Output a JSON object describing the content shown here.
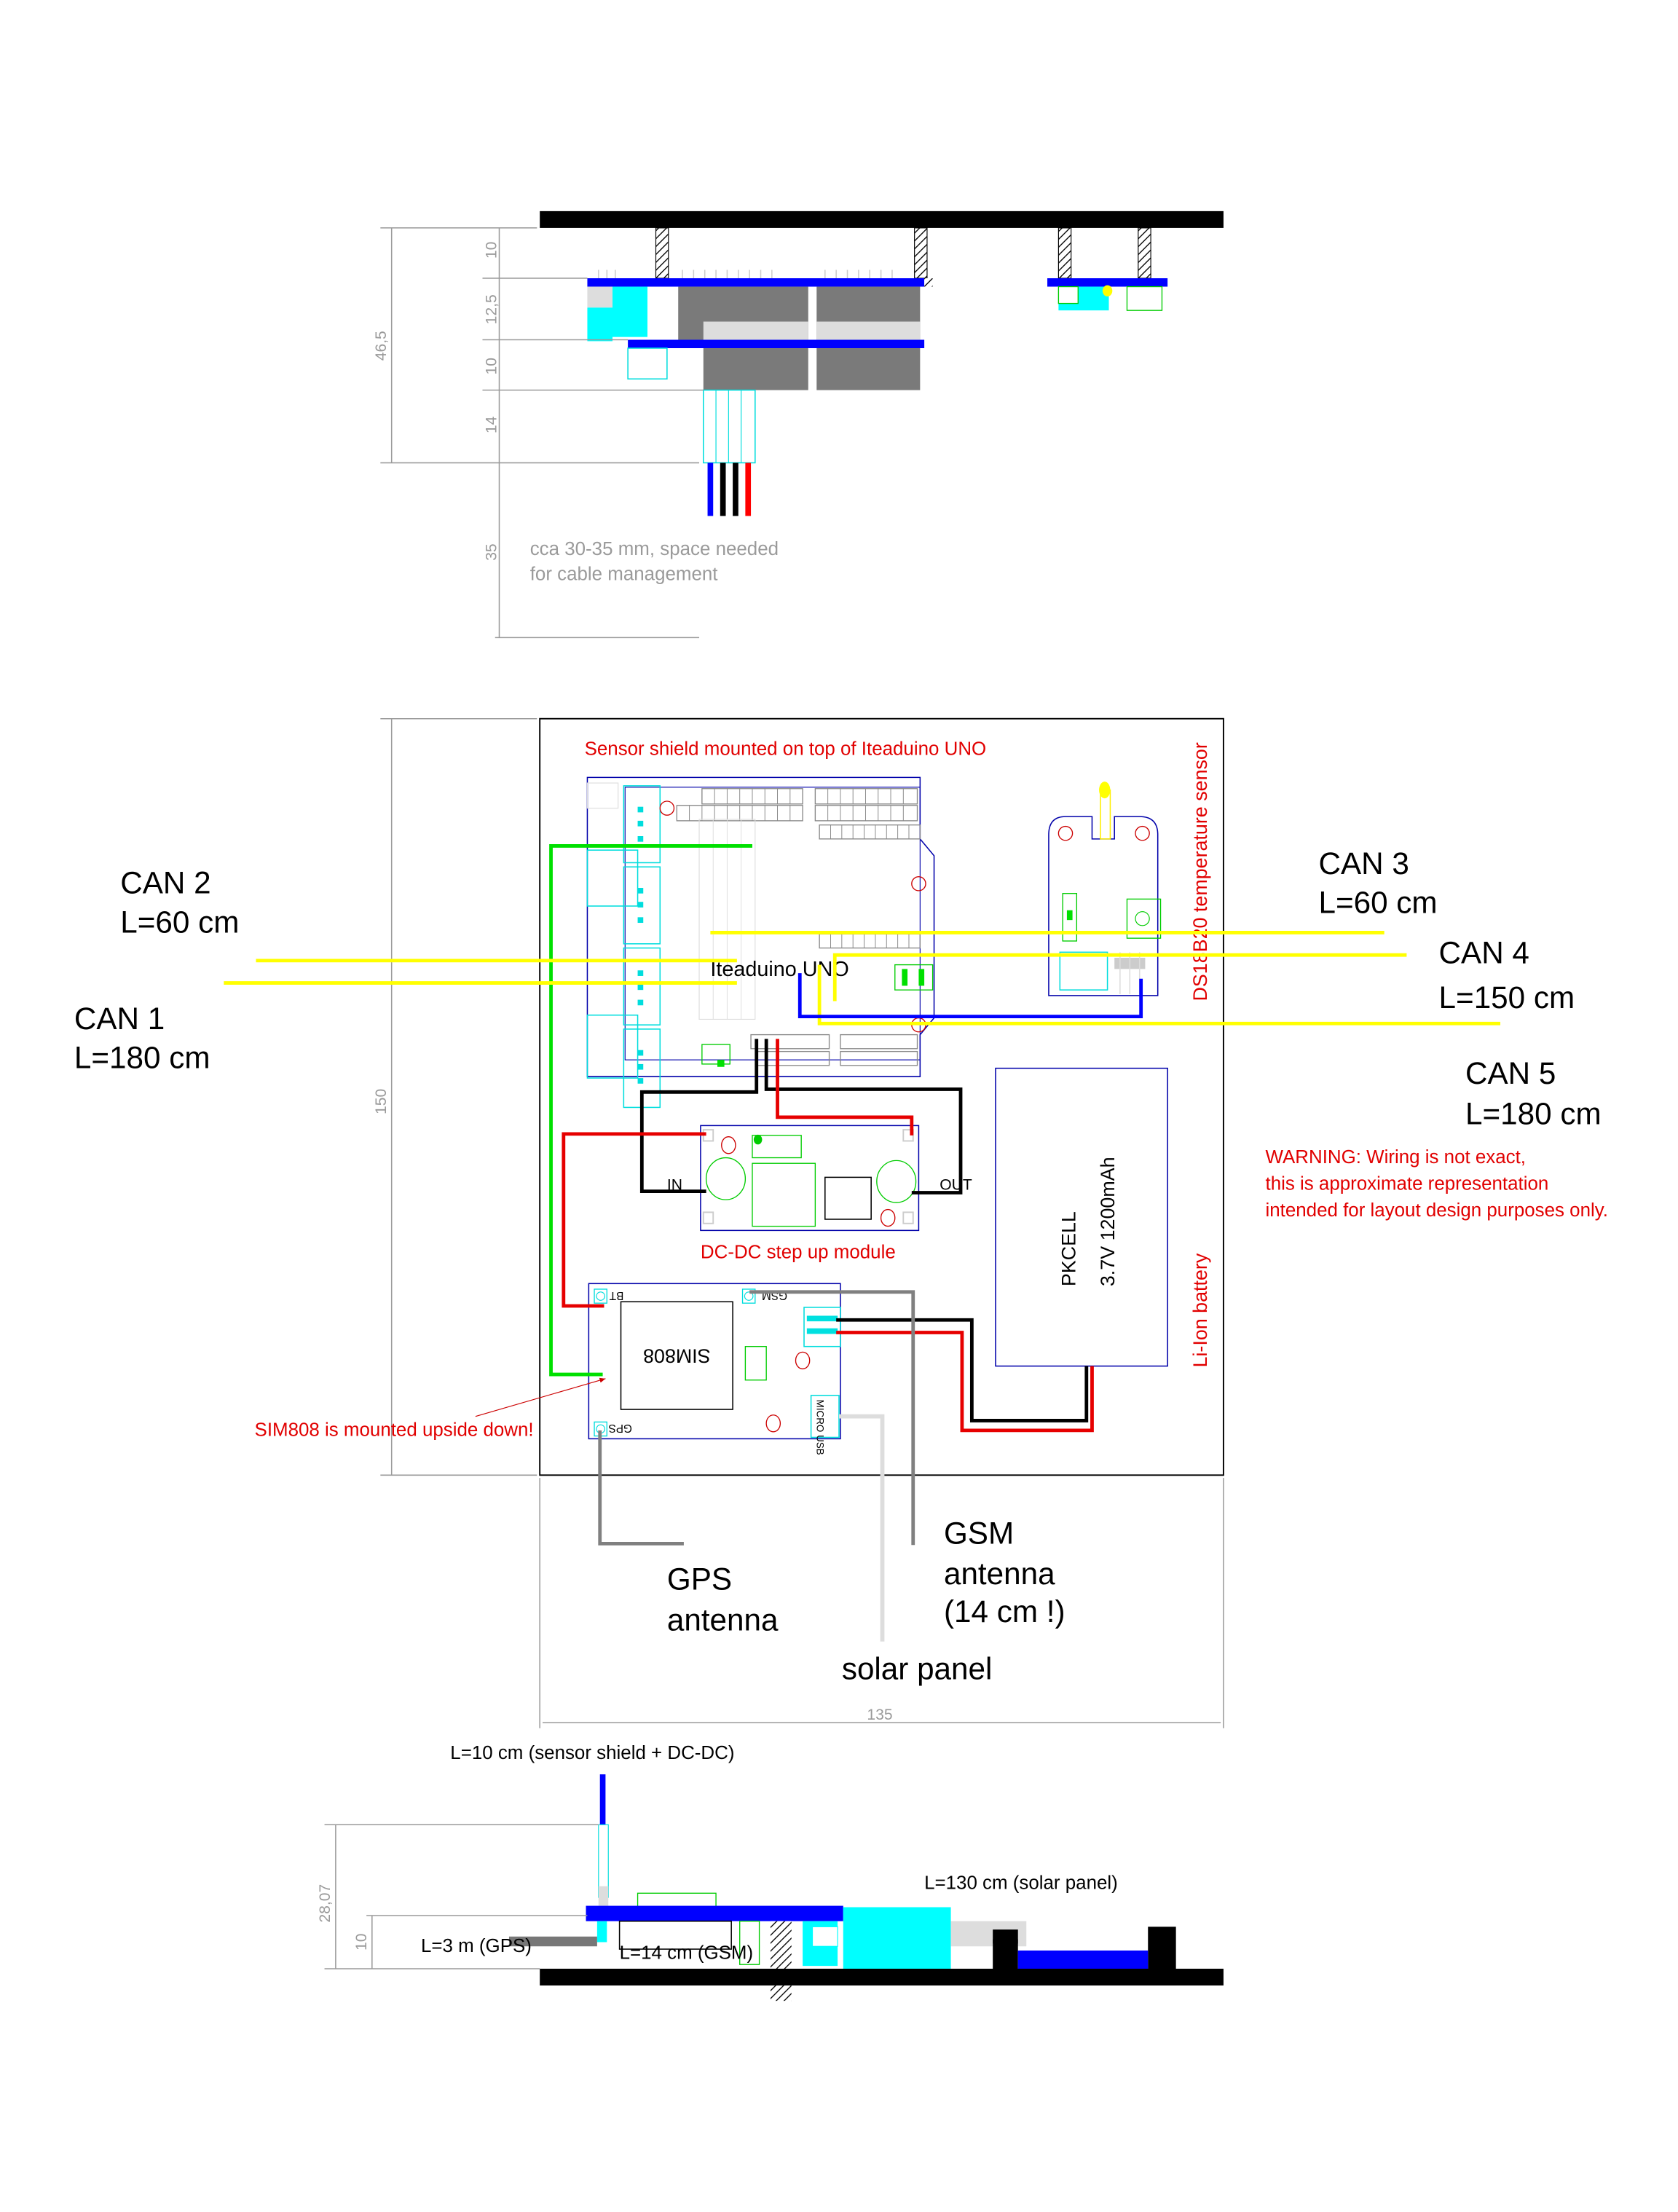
{
  "drawing": {
    "side_view_top": {
      "dimensions": {
        "d1": "10",
        "d2": "12,5",
        "d3": "10",
        "d4": "14",
        "total": "46,5",
        "d5": "35"
      },
      "note_line1": "cca 30-35 mm, space needed",
      "note_line2": "for cable management",
      "wire_colors": [
        "#0000ff",
        "#000000",
        "#000000",
        "#ff0000"
      ]
    },
    "top_view": {
      "shield_title": "Sensor shield mounted on top of Iteaduino UNO",
      "board_label": "Iteaduino UNO",
      "temp_sensor_label": "DS18B20 temperature sensor",
      "dcdc_label": "DC-DC step up module",
      "dcdc_in": "IN",
      "dcdc_out": "OUT",
      "sim_chip_label": "SIM808",
      "sim_pad_bt": "BT",
      "sim_pad_gsm": "GSM",
      "sim_pad_gps": "GPS",
      "sim_usb_label": "MICRO USB",
      "sim_note": "SIM808 is mounted upside down!",
      "battery_line1": "PKCELL",
      "battery_line2": "3.7V 1200mAh",
      "battery_label": "Li-Ion battery",
      "height_dim": "150",
      "width_dim": "135",
      "cans": [
        {
          "name": "CAN 1",
          "length": "L=180 cm"
        },
        {
          "name": "CAN 2",
          "length": "L=60 cm"
        },
        {
          "name": "CAN 3",
          "length": "L=60 cm"
        },
        {
          "name": "CAN 4",
          "length": "L=150 cm"
        },
        {
          "name": "CAN 5",
          "length": "L=180 cm"
        }
      ],
      "warning_line1": "WARNING: Wiring is not exact,",
      "warning_line2": "this is approximate representation",
      "warning_line3": "intended for layout design purposes only.",
      "gps_antenna_1": "GPS",
      "gps_antenna_2": "antenna",
      "gsm_antenna_1": "GSM",
      "gsm_antenna_2": "antenna",
      "gsm_antenna_3": "(14 cm !)",
      "solar_panel": "solar panel"
    },
    "side_view_bottom": {
      "shield_cable": "L=10 cm (sensor shield + DC-DC)",
      "solar_cable": "L=130 cm (solar panel)",
      "gps_cable": "L=3 m (GPS)",
      "gsm_cable": "L=14 cm (GSM)",
      "dim_total": "28,07",
      "dim_low": "10"
    },
    "colors": {
      "pcb_blue": "#0000ff",
      "cyan": "#00ffff",
      "can_wire": "#ffff00",
      "signal_green": "#00e000",
      "power_red": "#e60000",
      "label_red": "#e10000",
      "dim_gray": "#9a9a9a"
    }
  }
}
